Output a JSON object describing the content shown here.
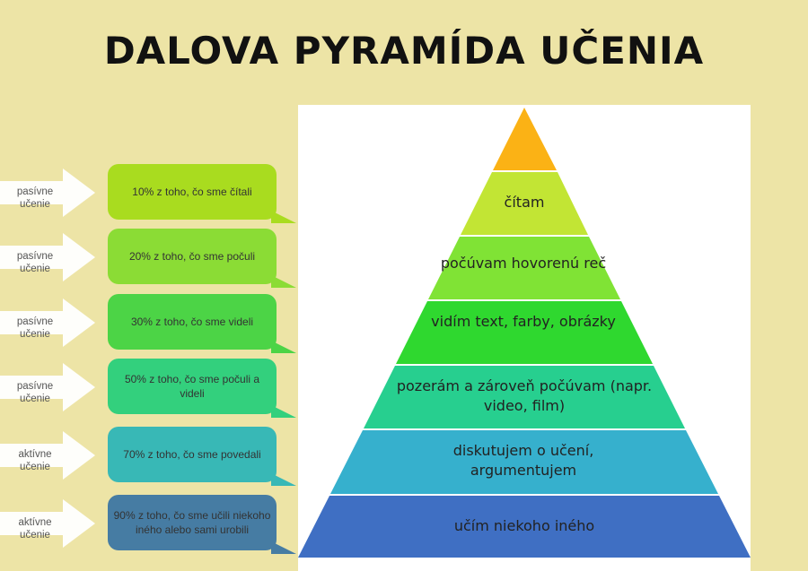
{
  "title": "DALOVA PYRAMÍDA UČENIA",
  "colors": {
    "background": "#ede4a6",
    "tiers": [
      "#fbb215",
      "#c2e534",
      "#80e335",
      "#2fd82f",
      "#27cf8f",
      "#36b0cd",
      "#3f6fc3"
    ]
  },
  "pyramid": {
    "tiers": [
      {
        "label": ""
      },
      {
        "label": "čítam"
      },
      {
        "label": "počúvam hovorenú reč"
      },
      {
        "label": "vidím text, farby, obrázky"
      },
      {
        "label": "pozerám a zároveň počúvam (napr. video, film)"
      },
      {
        "label": "diskutujem o učení, argumentujem"
      },
      {
        "label": "učím niekoho iného"
      }
    ]
  },
  "rows": [
    {
      "arrow": "pasívne učenie",
      "bubble": "10% z toho, čo sme čítali",
      "color": "#a9dc1f"
    },
    {
      "arrow": "pasívne učenie",
      "bubble": "20% z toho, čo sme počuli",
      "color": "#8bdc35"
    },
    {
      "arrow": "pasívne učenie",
      "bubble": "30% z toho, čo sme videli",
      "color": "#4cd446"
    },
    {
      "arrow": "pasívne učenie",
      "bubble": "50% z toho, čo sme počuli a videli",
      "color": "#33d07d"
    },
    {
      "arrow": "aktívne učenie",
      "bubble": "70% z toho, čo sme povedali",
      "color": "#38b8b6"
    },
    {
      "arrow": "aktívne učenie",
      "bubble": "90% z toho, čo  sme učili niekoho iného alebo sami urobili",
      "color": "#467ca3"
    }
  ]
}
